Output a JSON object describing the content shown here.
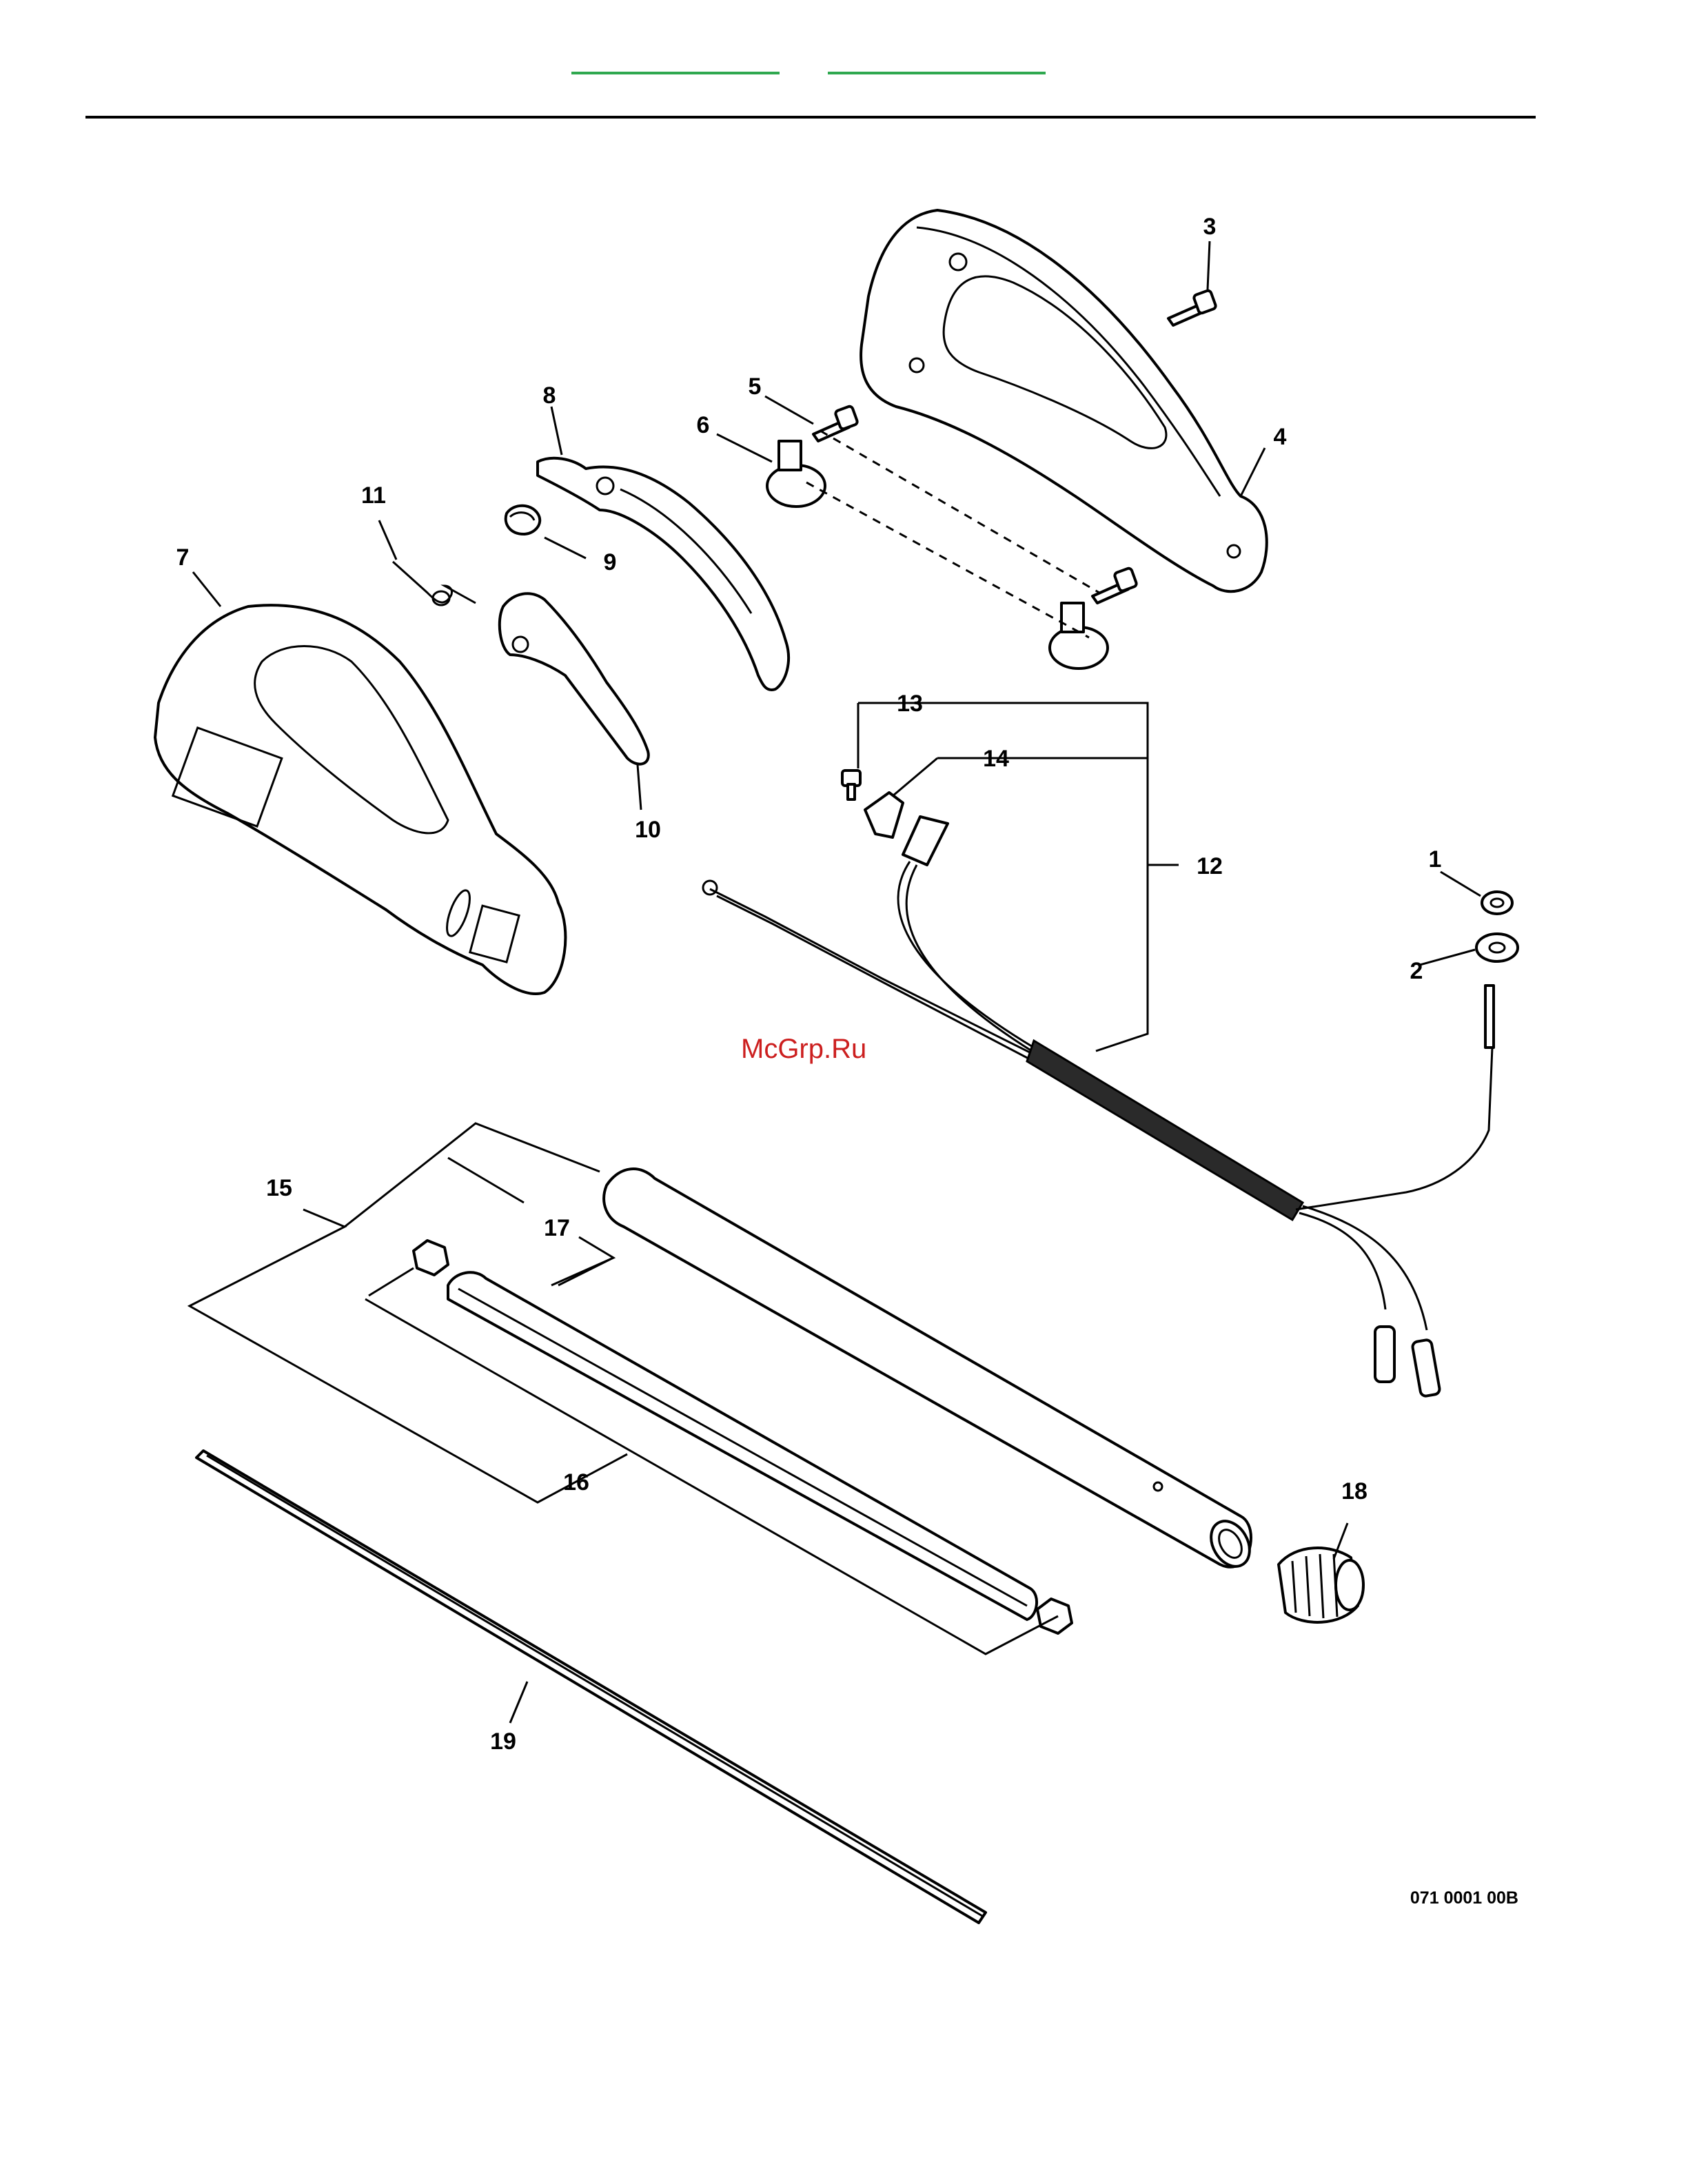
{
  "header": {
    "link_left": "",
    "link_right": ""
  },
  "watermark": "McGrp.Ru",
  "drawing_code": "071 0001 00B",
  "callouts": [
    "1",
    "2",
    "3",
    "4",
    "5",
    "6",
    "7",
    "8",
    "9",
    "10",
    "11",
    "12",
    "13",
    "14",
    "15",
    "16",
    "17",
    "18",
    "19"
  ],
  "colors": {
    "link": "#2fa84f",
    "watermark": "#cc1f1f",
    "ink": "#000000"
  }
}
